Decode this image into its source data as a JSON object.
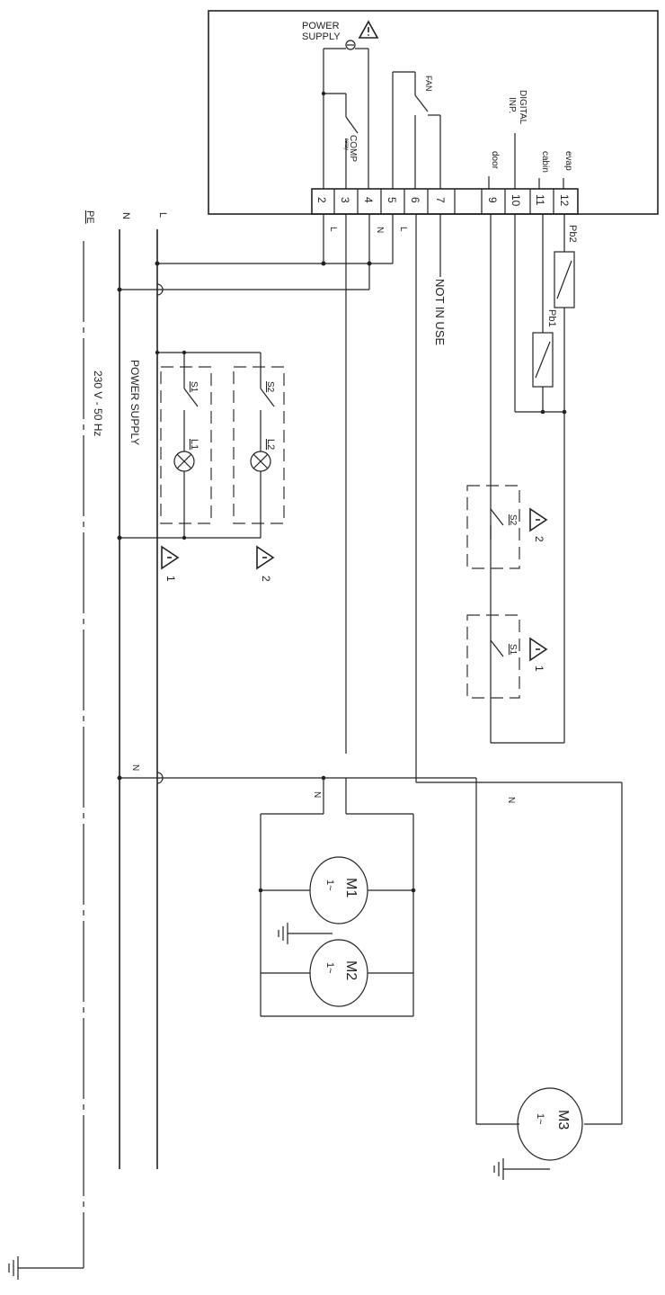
{
  "controller": {
    "power_supply_line1": "POWER",
    "power_supply_line2": "SUPPLY",
    "comp": "COMP",
    "comp_sub": "relay",
    "fan": "FAN",
    "digital_inp_line1": "DIGITAL",
    "digital_inp_line2": "INP.",
    "door": "door",
    "cabin": "cabin",
    "evap": "evap",
    "terminals": [
      "2",
      "3",
      "4",
      "5",
      "6",
      "7",
      "9",
      "10",
      "11",
      "12"
    ],
    "term_label_L_2": "L",
    "term_label_N_4": "N",
    "term_label_L_5": "L"
  },
  "bus": {
    "L": "L",
    "N": "N",
    "PE": "PE",
    "power_supply": "POWER SUPPLY",
    "voltage": "230 V - 50 Hz"
  },
  "labels": {
    "not_in_use": "NOT IN USE",
    "pb2": "Pb2",
    "pb1": "Pb1",
    "s1": "S1",
    "s2": "S2",
    "l1": "L1",
    "l2": "L2",
    "warn1": "1",
    "warn2": "2",
    "n_motor12": "N",
    "n_bus": "N",
    "n_motor3": "N",
    "m1": "M1",
    "m2": "M2",
    "m3": "M3",
    "motor_phase": "1~"
  }
}
